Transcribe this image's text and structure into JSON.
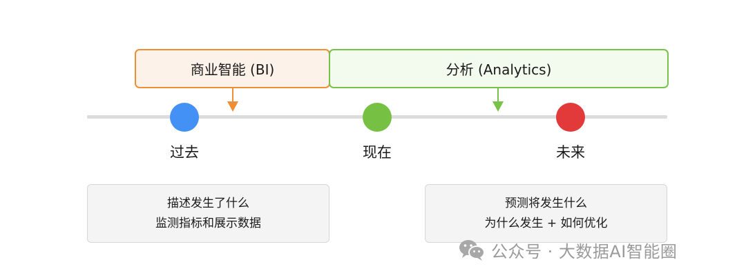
{
  "bands": {
    "bi": {
      "label": "商业智能 (BI)",
      "color": "#ef8f35"
    },
    "analytics": {
      "label": "分析 (Analytics)",
      "color": "#78c24a"
    }
  },
  "timeline": {
    "points": [
      {
        "label": "过去",
        "color": "#4391f5"
      },
      {
        "label": "现在",
        "color": "#76c043"
      },
      {
        "label": "未来",
        "color": "#e23a3a"
      }
    ]
  },
  "descriptions": {
    "past": {
      "line1": "描述发生了什么",
      "line2": "监测指标和展示数据"
    },
    "future": {
      "line1": "预测将发生什么",
      "line2": "为什么发生 + 如何优化"
    }
  },
  "watermark": {
    "icon": "wechat-icon",
    "text": "公众号 · 大数据AI智能圈"
  }
}
